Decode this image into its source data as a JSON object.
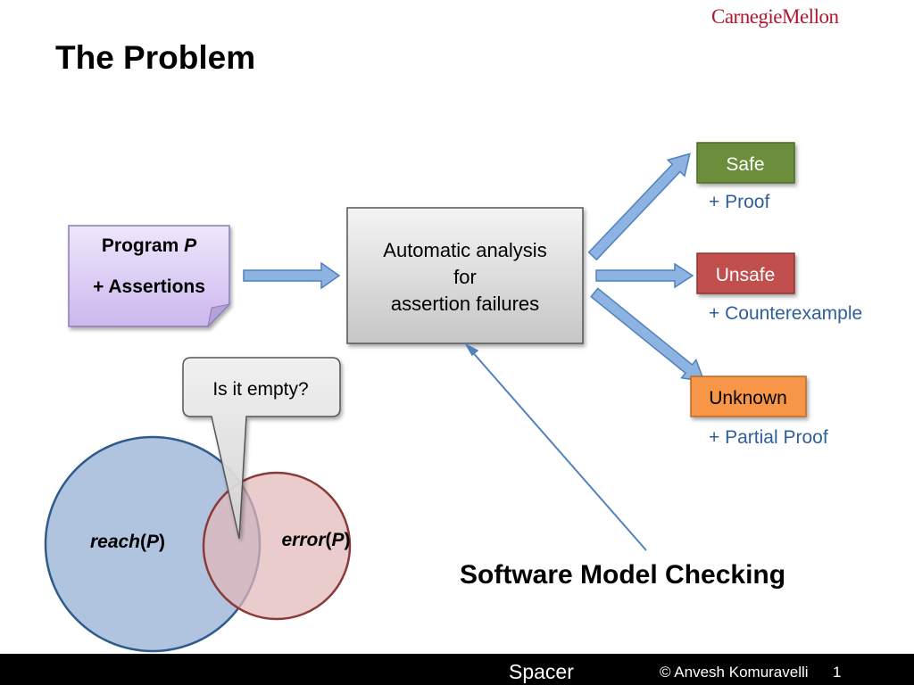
{
  "header": {
    "logo_text": "CarnegieMellon",
    "title": "The Problem"
  },
  "diagram": {
    "input_note": {
      "line1_text": "Program ",
      "line1_var": "P",
      "line2": "+ Assertions"
    },
    "analysis_box": {
      "line1": "Automatic analysis",
      "line2": "for",
      "line3": "assertion failures"
    },
    "outcomes": [
      {
        "label": "Safe",
        "detail": "+ Proof",
        "color": "#6b8e3a"
      },
      {
        "label": "Unsafe",
        "detail": "+ Counterexample",
        "color": "#c0504d"
      },
      {
        "label": "Unknown",
        "detail": "+ Partial Proof",
        "color": "#f79646"
      }
    ],
    "callout": "Is it empty?",
    "venn": {
      "left_word": "reach",
      "left_var": "P",
      "right_word": "error",
      "right_var": "P",
      "paren_open": "(",
      "paren_close": ")"
    },
    "caption": "Software Model Checking"
  },
  "footer": {
    "project": "Spacer",
    "author": "© Anvesh Komuravelli",
    "page": "1"
  },
  "colors": {
    "arrow_fill": "#8db3e2",
    "arrow_stroke": "#4f81bd",
    "reach_fill": "#b0c4e0",
    "reach_stroke": "#2e5a8c",
    "error_fill": "#ecc8c8",
    "error_stroke": "#8b3a3a",
    "note_fill": "#d9ccf0"
  }
}
